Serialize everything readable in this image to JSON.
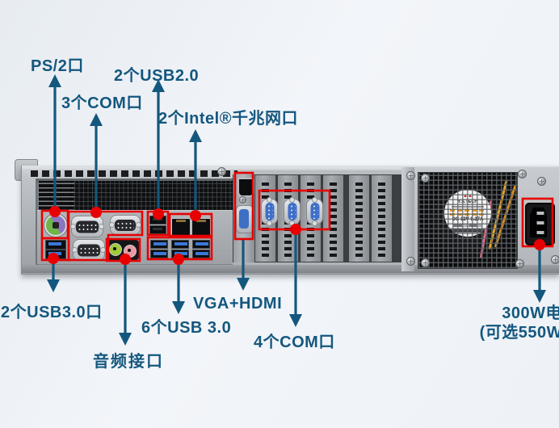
{
  "figure": {
    "subject": "2U rackmount server rear panel with port callouts",
    "colors": {
      "label_text": "#14577e",
      "callout_line": "#14577e",
      "highlight_box": "#e80000",
      "highlight_dot": "#e80000",
      "background": "#eef2f6"
    }
  },
  "annotations": {
    "ps2": {
      "label": "PS/2口"
    },
    "usb2": {
      "label": "2个USB2.0"
    },
    "com3": {
      "label": "3个COM口"
    },
    "lan": {
      "label": "2个Intel®千兆网口"
    },
    "usb3_rear": {
      "label": "2个USB3.0口"
    },
    "audio": {
      "label": "音频接口"
    },
    "usb3_six": {
      "label": "6个USB 3.0"
    },
    "vga_hdmi": {
      "label": "VGA+HDMI"
    },
    "com4": {
      "label": "4个COM口"
    },
    "power": {
      "label_line1": "300W电",
      "label_line2": "(可选550W"
    }
  },
  "psu": {
    "fan_brand": "Y.S.TECH",
    "fan_spec": "DC 12V 0.27A"
  }
}
